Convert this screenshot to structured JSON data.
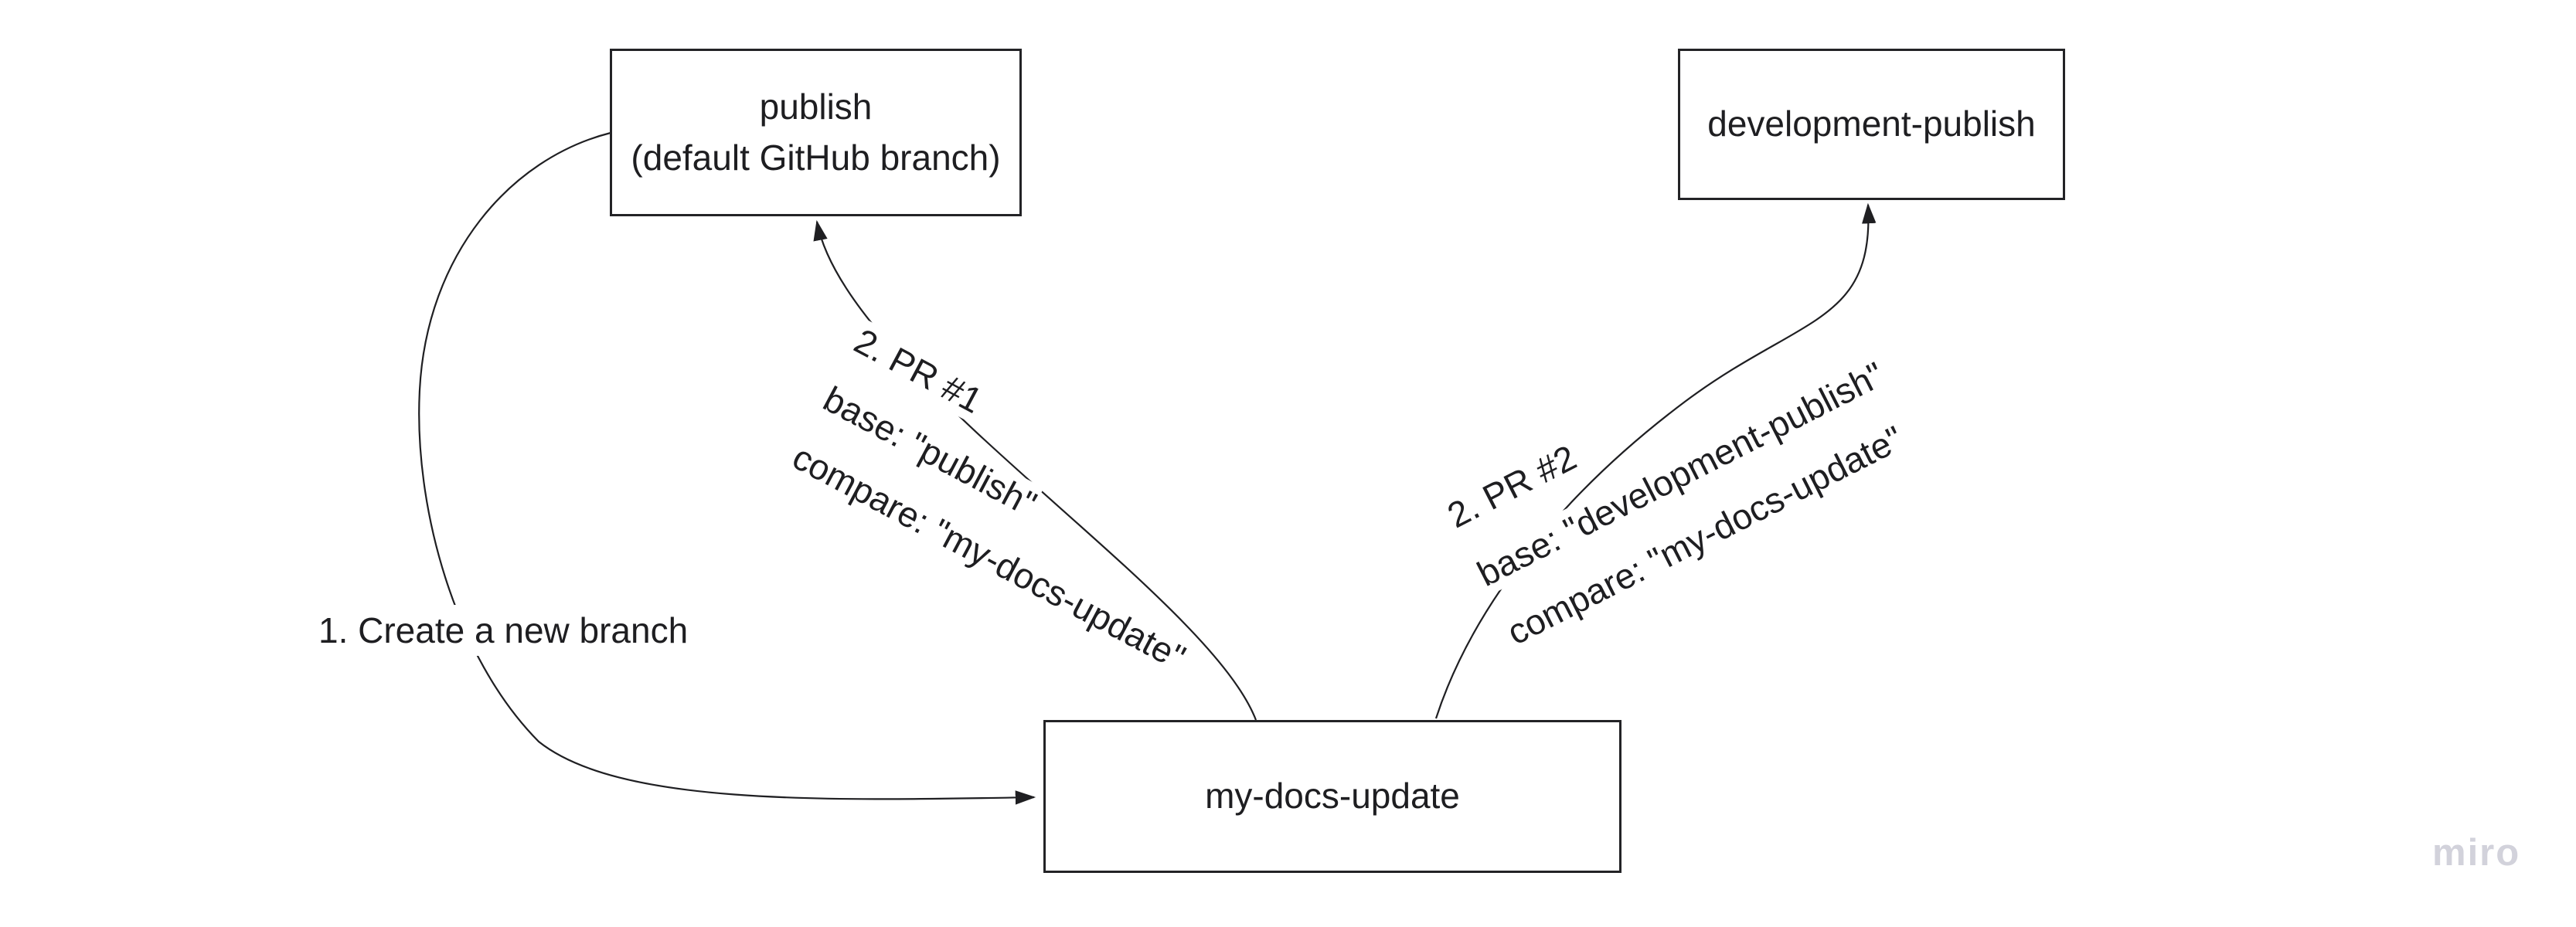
{
  "diagram": {
    "type": "branching-workflow",
    "colors": {
      "background": "#ffffff",
      "shape_border": "#232326",
      "connector_stroke": "#1f1f22",
      "text": "#1e1e21",
      "watermark": "#d2d2db"
    },
    "nodes": {
      "publish": {
        "line1": "publish",
        "line2": "(default GitHub branch)"
      },
      "development_publish": {
        "label": "development-publish"
      },
      "my_docs_update": {
        "label": "my-docs-update"
      }
    },
    "annotations": {
      "step1": {
        "label": "1. Create a new branch"
      },
      "pr1": {
        "line1": "2. PR #1",
        "line2": "base: \"publish\"",
        "line3": "compare: \"my-docs-update\""
      },
      "pr2": {
        "line1": "2. PR #2",
        "line2": "base: \"development-publish\"",
        "line3": "compare: \"my-docs-update\""
      }
    },
    "connectors": {
      "create_branch": {
        "from": "publish",
        "to": "my-docs-update"
      },
      "pr1": {
        "from": "my-docs-update",
        "to": "publish"
      },
      "pr2": {
        "from": "my-docs-update",
        "to": "development-publish"
      }
    },
    "watermark": {
      "label": "miro"
    }
  }
}
